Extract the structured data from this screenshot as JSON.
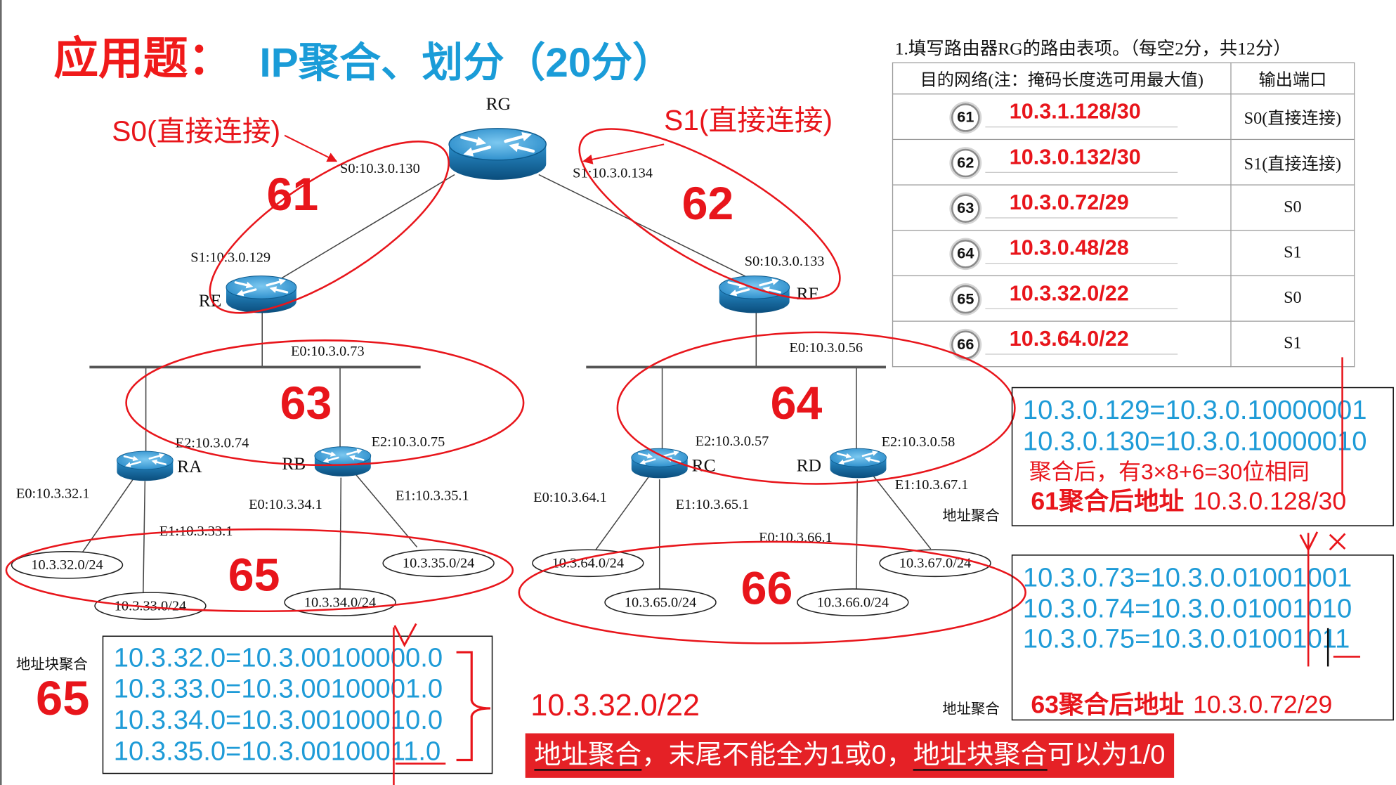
{
  "title": {
    "prefix": "应用题：",
    "main": "IP聚合、划分（20分）"
  },
  "colors": {
    "red": "#e8151b",
    "blue": "#1e9bd7",
    "banner": "#e52126"
  },
  "question": "1.填写路由器RG的路由表项。（每空2分，共12分）",
  "routing_table": {
    "headers": [
      "目的网络(注：掩码长度选可用最大值)",
      "输出端口"
    ],
    "rows": [
      {
        "id": "61",
        "network": "10.3.1.128/30",
        "port": "S0(直接连接)"
      },
      {
        "id": "62",
        "network": "10.3.0.132/30",
        "port": "S1(直接连接)"
      },
      {
        "id": "63",
        "network": "10.3.0.72/29",
        "port": "S0"
      },
      {
        "id": "64",
        "network": "10.3.0.48/28",
        "port": "S1"
      },
      {
        "id": "65",
        "network": "10.3.32.0/22",
        "port": "S0"
      },
      {
        "id": "66",
        "network": "10.3.64.0/22",
        "port": "S1"
      }
    ]
  },
  "diagram": {
    "routers": {
      "rg": "RG",
      "re": "RE",
      "rf": "RF",
      "ra": "RA",
      "rb": "RB",
      "rc": "RC",
      "rd": "RD"
    },
    "router_icon": "router-icon",
    "interfaces": {
      "rg_s0": "S0:10.3.0.130",
      "rg_s1": "S1:10.3.0.134",
      "re_s1": "S1:10.3.0.129",
      "rf_s0": "S0:10.3.0.133",
      "re_e0": "E0:10.3.0.73",
      "rf_e0": "E0:10.3.0.56",
      "ra_e2": "E2:10.3.0.74",
      "rb_e2": "E2:10.3.0.75",
      "rc_e2": "E2:10.3.0.57",
      "rd_e2": "E2:10.3.0.58",
      "ra_e0": "E0:10.3.32.1",
      "ra_e1": "E1:10.3.33.1",
      "rb_e0": "E0:10.3.34.1",
      "rb_e1": "E1:10.3.35.1",
      "rc_e0": "E0:10.3.64.1",
      "rc_e1": "E1:10.3.65.1",
      "rd_e0": "E0:10.3.66.1",
      "rd_e1": "E1:10.3.67.1"
    },
    "subnets": {
      "n32": "10.3.32.0/24",
      "n33": "10.3.33.0/24",
      "n34": "10.3.34.0/24",
      "n35": "10.3.35.0/24",
      "n64": "10.3.64.0/24",
      "n65": "10.3.65.0/24",
      "n66": "10.3.66.0/24",
      "n67": "10.3.67.0/24"
    }
  },
  "annotations": {
    "s0_note": "S0(直接连接)",
    "s1_note": "S1(直接连接)",
    "groups": {
      "g61": "61",
      "g62": "62",
      "g63": "63",
      "g64": "64",
      "g65": "65",
      "g66": "66"
    },
    "addr_agg_1": "地址聚合",
    "addr_agg_2": "地址聚合",
    "addr_block_agg": "地址块聚合",
    "block_num": "65"
  },
  "box61": {
    "lines": [
      "10.3.0.129=10.3.0.10000001",
      "10.3.0.130=10.3.0.10000010"
    ],
    "note": "聚合后，有3×8+6=30位相同",
    "result_label": "61聚合后地址",
    "result_addr": "10.3.0.128/30"
  },
  "box63": {
    "lines": [
      "10.3.0.73=10.3.0.01001001",
      "10.3.0.74=10.3.0.01001010",
      "10.3.0.75=10.3.0.01001011"
    ],
    "result_label": "63聚合后地址",
    "result_addr": "10.3.0.72/29"
  },
  "box65": {
    "lines": [
      "10.3.32.0=10.3.00100000.0",
      "10.3.33.0=10.3.00100001.0",
      "10.3.34.0=10.3.00100010.0",
      "10.3.35.0=10.3.00100011.0"
    ]
  },
  "result65": "10.3.32.0/22",
  "banner": {
    "part1": "地址聚合",
    "part2": "，末尾不能全为1或0，",
    "part3": "地址块聚合",
    "part4": "可以为1/0"
  }
}
